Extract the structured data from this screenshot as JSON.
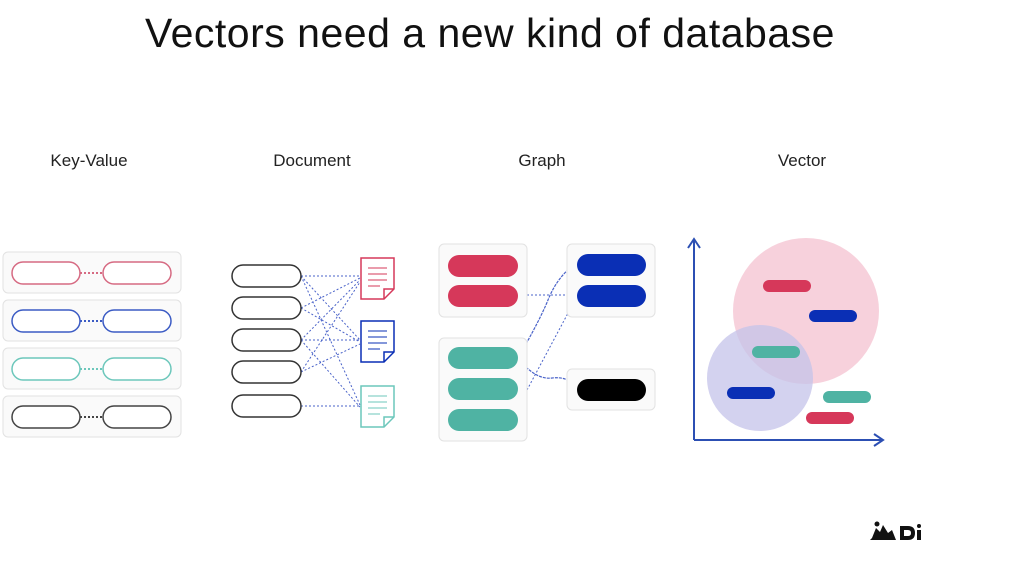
{
  "slide": {
    "title": "Vectors need a new kind of database",
    "columns": {
      "key_value": "Key-Value",
      "document": "Document",
      "graph": "Graph",
      "vector": "Vector"
    }
  },
  "colors": {
    "red": "#d6385a",
    "blue": "#0a2fb5",
    "teal": "#4fb3a3",
    "black": "#000000",
    "outline_red": "#d66a82",
    "outline_blue": "#3b5bc4",
    "outline_teal": "#6cc7bb",
    "outline_black": "#444444",
    "axis": "#2c4fb3",
    "pink_cluster": "#f6c9d6",
    "lavender_cluster": "#c4c3ea"
  }
}
